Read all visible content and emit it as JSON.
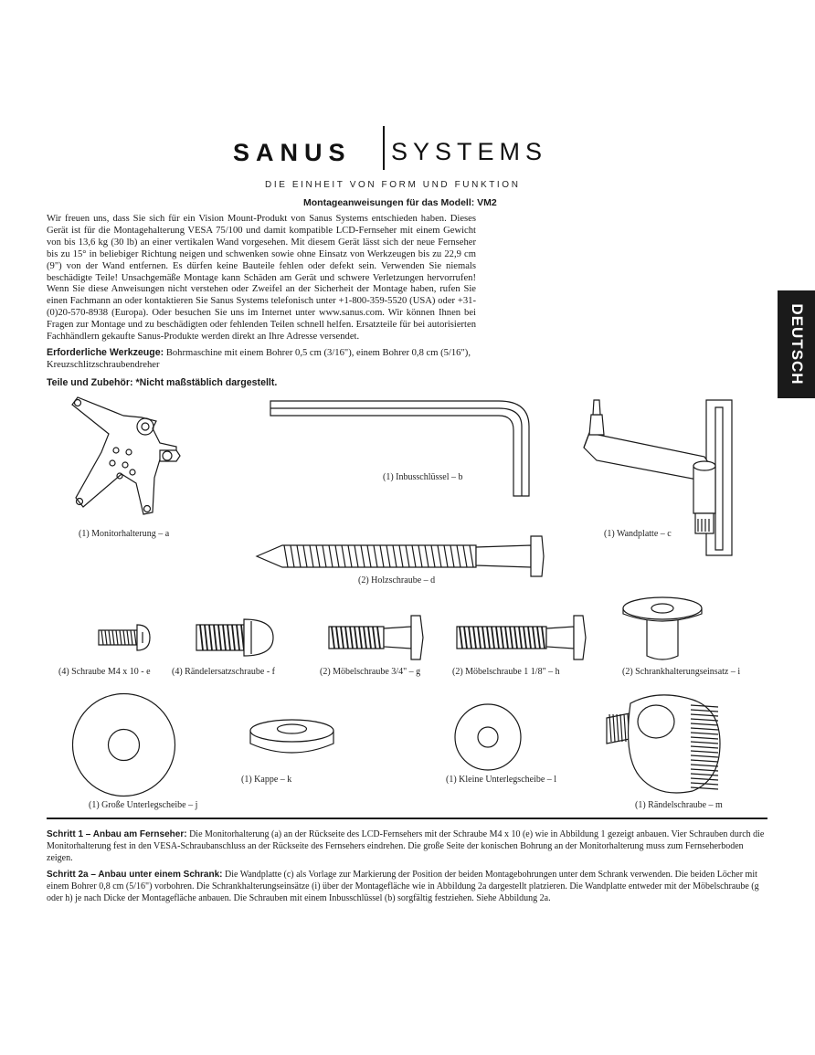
{
  "brand": {
    "left": "SANUS",
    "right": "SYSTEMS",
    "tagline": "DIE EINHEIT VON FORM UND FUNKTION"
  },
  "heading": "Montageanweisungen für das Modell: VM2",
  "intro": "Wir freuen uns, dass Sie sich für ein Vision Mount-Produkt von Sanus Systems entschieden haben. Dieses Gerät ist für die Montagehalterung VESA 75/100 und damit kompatible LCD-Fernseher mit einem Gewicht von bis 13,6 kg (30 lb) an einer vertikalen Wand vorgesehen. Mit diesem Gerät lässt sich der neue Fernseher bis zu 15° in beliebiger Richtung neigen und schwenken sowie ohne Einsatz von Werkzeugen bis zu 22,9 cm (9\") von der Wand entfernen. Es dürfen keine Bauteile fehlen oder defekt sein. Verwenden Sie niemals beschädigte Teile! Unsachgemäße Montage kann Schäden am Gerät und schwere Verletzungen hervorrufen! Wenn Sie diese Anweisungen nicht verstehen oder Zweifel an der Sicherheit der Montage haben, rufen Sie einen Fachmann an oder kontaktieren Sie Sanus Systems telefonisch unter +1-800-359-5520 (USA) oder +31-(0)20-570-8938 (Europa). Oder besuchen Sie uns im Internet unter www.sanus.com. Wir können Ihnen bei Fragen zur Montage und zu beschädigten oder fehlenden Teilen schnell helfen. Ersatzteile für bei autorisierten Fachhändlern gekaufte Sanus-Produkte werden direkt an Ihre Adresse versendet.",
  "tools": {
    "label": "Erforderliche Werkzeuge:",
    "text": "Bohrmaschine mit einem Bohrer 0,5 cm (3/16\"), einem Bohrer 0,8 cm (5/16\"), Kreuzschlitzschraubendreher"
  },
  "parts_title": "Teile und Zubehör: *Nicht maßstäblich dargestellt.",
  "side_tab": "DEUTSCH",
  "parts": {
    "a": "(1) Monitorhalterung – a",
    "b": "(1) Inbusschlüssel – b",
    "c": "(1) Wandplatte – c",
    "d": "(2) Holzschraube – d",
    "e": "(4) Schraube M4 x 10 - e",
    "f": "(4) Rändelersatzschraube - f",
    "g": "(2) Möbelschraube 3/4\" – g",
    "h": "(2) Möbelschraube 1 1/8\" – h",
    "i": "(2) Schrankhalterungseinsatz – i",
    "j": "(1) Große Unterlegscheibe – j",
    "k": "(1) Kappe – k",
    "l": "(1) Kleine Unterlegscheibe – l",
    "m": "(1) Rändelschraube – m"
  },
  "steps": [
    {
      "label": "Schritt 1 – Anbau am Fernseher:",
      "text": "Die Monitorhalterung (a) an der Rückseite des LCD-Fernsehers mit der Schraube M4 x 10 (e) wie in Abbildung 1 gezeigt anbauen. Vier Schrauben durch die Monitorhalterung fest in den VESA-Schraubanschluss an der Rückseite des Fernsehers eindrehen. Die große Seite der konischen Bohrung an der Monitorhalterung muss zum Fernseherboden zeigen."
    },
    {
      "label": "Schritt 2a – Anbau unter einem Schrank:",
      "text": "Die Wandplatte (c) als Vorlage zur Markierung der Position der beiden Montagebohrungen unter dem Schrank verwenden. Die beiden Löcher mit einem Bohrer 0,8 cm (5/16\") vorbohren. Die Schrankhalterungseinsätze (i) über der Montagefläche wie in Abbildung 2a dargestellt platzieren. Die Wandplatte entweder mit der Möbelschraube (g oder h) je nach Dicke der Montagefläche anbauen. Die Schrauben mit einem Inbusschlüssel (b) sorgfältig festziehen. Siehe Abbildung 2a."
    }
  ]
}
